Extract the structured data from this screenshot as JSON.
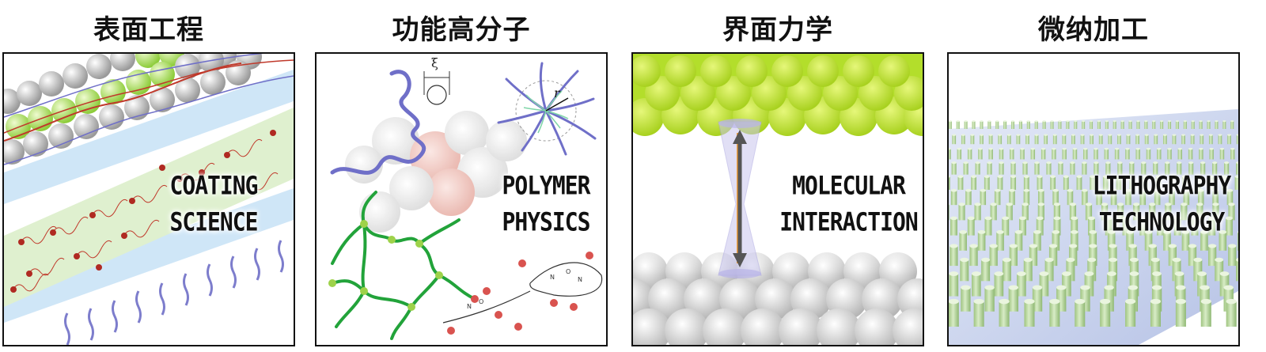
{
  "panels": [
    {
      "heading": "表面工程",
      "caption_line1": "COATING",
      "caption_line2": "SCIENCE"
    },
    {
      "heading": "功能高分子",
      "caption_line1": "POLYMER",
      "caption_line2": "PHYSICS",
      "symbol_xi": "ξ",
      "symbol_r": "r"
    },
    {
      "heading": "界面力学",
      "caption_line1": "MOLECULAR",
      "caption_line2": "INTERACTION"
    },
    {
      "heading": "微纳加工",
      "caption_line1": "LITHOGRAPHY",
      "caption_line2": "TECHNOLOGY"
    }
  ],
  "colors": {
    "frame": "#111111",
    "lime": "#b3de2b",
    "light_blue": "#cfe6f7",
    "pale_green": "#dff0cf",
    "polymer_blue": "#6f6fc8",
    "polymer_green": "#22a33a",
    "red": "#c0392b",
    "pillar_green": "#b6d69a"
  },
  "icons": [
    "coating-illustration",
    "polymer-illustration",
    "afm-illustration",
    "pillar-array-illustration"
  ]
}
